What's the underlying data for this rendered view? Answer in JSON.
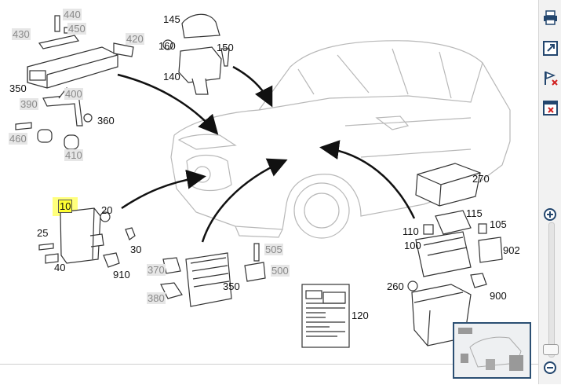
{
  "labels": {
    "p440": "440",
    "p450": "450",
    "p430": "430",
    "p420": "420",
    "p350a": "350",
    "p390": "390",
    "p400": "400",
    "p360": "360",
    "p460": "460",
    "p410": "410",
    "p145": "145",
    "p160": "160",
    "p150": "150",
    "p140": "140",
    "p10": "10",
    "p20": "20",
    "p25": "25",
    "p30": "30",
    "p40": "40",
    "p910": "910",
    "p370": "370",
    "p380": "380",
    "p350b": "350",
    "p505": "505",
    "p500": "500",
    "p120": "120",
    "p270": "270",
    "p115": "115",
    "p110": "110",
    "p105": "105",
    "p902": "902",
    "p100": "100",
    "p260": "260",
    "p900": "900"
  },
  "toolbar": {
    "print_icon": "print-icon",
    "open_external_icon": "open-external-icon",
    "remove_marks_icon": "flag-remove-icon",
    "close_window_icon": "close-window-icon",
    "zoom_in_icon": "zoom-in-icon",
    "zoom_out_icon": "zoom-out-icon"
  },
  "colors": {
    "highlight": "#ffff33",
    "arrow": "#111111",
    "accent": "#23466e"
  }
}
